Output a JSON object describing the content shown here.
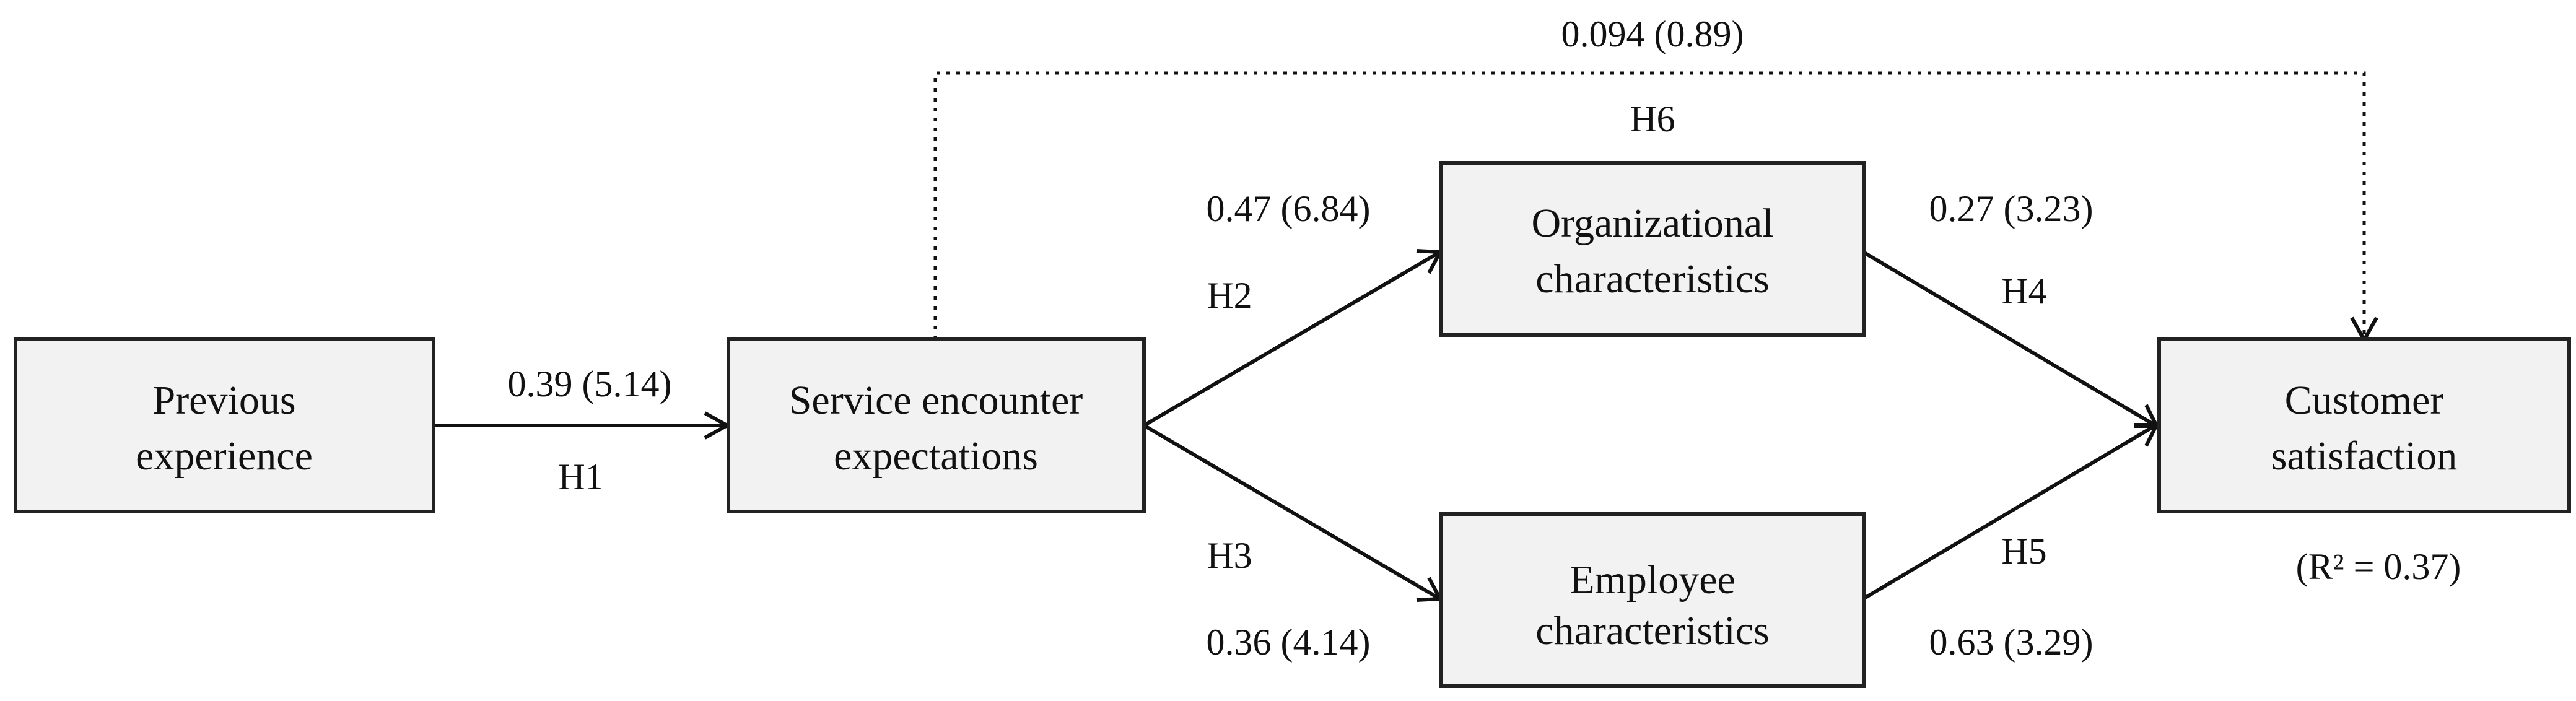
{
  "nodes": {
    "previous": {
      "line1": "Previous",
      "line2": "experience"
    },
    "service": {
      "line1": "Service encounter",
      "line2": "expectations"
    },
    "organizational": {
      "line1": "Organizational",
      "line2": "characteristics"
    },
    "employee": {
      "line1": "Employee",
      "line2": "characteristics"
    },
    "satisfaction": {
      "line1": "Customer",
      "line2": "satisfaction",
      "r2": "(R² = 0.37)"
    }
  },
  "paths": {
    "h1": {
      "hypothesis": "H1",
      "estimate": "0.39 (5.14)"
    },
    "h2": {
      "hypothesis": "H2",
      "estimate": "0.47 (6.84)"
    },
    "h3": {
      "hypothesis": "H3",
      "estimate": "0.36 (4.14)"
    },
    "h4": {
      "hypothesis": "H4",
      "estimate": "0.27 (3.23)"
    },
    "h5": {
      "hypothesis": "H5",
      "estimate": "0.63 (3.29)"
    },
    "h6": {
      "hypothesis": "H6",
      "estimate": "0.094 (0.89)"
    }
  }
}
